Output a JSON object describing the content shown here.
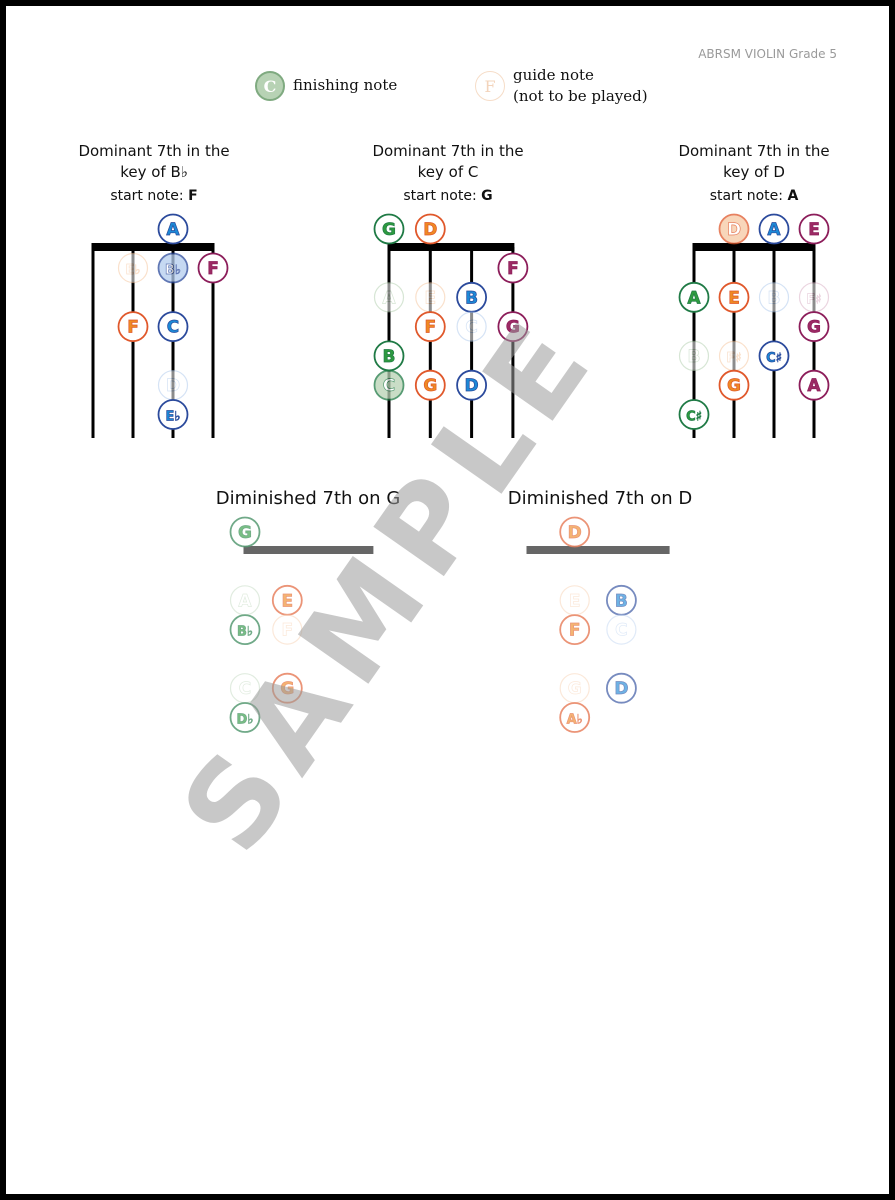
{
  "header": "ABRSM VIOLIN Grade 5",
  "legend": {
    "finishing": {
      "symbol": "C",
      "label": "finishing note"
    },
    "guide": {
      "symbol": "F",
      "label_line1": "guide note",
      "label_line2": "(not to be played)"
    }
  },
  "watermark": "SAMPLE",
  "colors": {
    "G": {
      "stroke": "#1f7a45",
      "fill": "#2e9a3f",
      "pale": "#b7d2b4"
    },
    "D": {
      "stroke": "#e0582b",
      "fill": "#ee8a23",
      "pale": "#f6c9a4"
    },
    "A": {
      "stroke": "#2b4a9c",
      "fill": "#1c89d6",
      "pale": "#b4cdee"
    },
    "E": {
      "stroke": "#8c1d5a",
      "fill": "#9c2a64",
      "pale": "#dcb3c8"
    }
  },
  "charts": [
    {
      "title_line1": "Dominant 7th in the",
      "title_line2": "key of B♭",
      "start_label": "start note:",
      "start_note": "F",
      "faded": false,
      "notes": [
        {
          "label": "A",
          "string": "A",
          "semitone": 0,
          "type": "played"
        },
        {
          "label": "E♭",
          "string": "D",
          "semitone": 1,
          "type": "guide"
        },
        {
          "label": "B♭",
          "string": "A",
          "semitone": 1,
          "type": "finish"
        },
        {
          "label": "F",
          "string": "E",
          "semitone": 1,
          "type": "played"
        },
        {
          "label": "F",
          "string": "D",
          "semitone": 3,
          "type": "played"
        },
        {
          "label": "C",
          "string": "A",
          "semitone": 3,
          "type": "played"
        },
        {
          "label": "D",
          "string": "A",
          "semitone": 5,
          "type": "guide"
        },
        {
          "label": "E♭",
          "string": "A",
          "semitone": 6,
          "type": "played"
        }
      ]
    },
    {
      "title_line1": "Dominant 7th in the",
      "title_line2": "key of C",
      "start_label": "start note:",
      "start_note": "G",
      "faded": false,
      "notes": [
        {
          "label": "G",
          "string": "G",
          "semitone": 0,
          "type": "played"
        },
        {
          "label": "D",
          "string": "D",
          "semitone": 0,
          "type": "played"
        },
        {
          "label": "F",
          "string": "E",
          "semitone": 1,
          "type": "played"
        },
        {
          "label": "A",
          "string": "G",
          "semitone": 2,
          "type": "guide"
        },
        {
          "label": "E",
          "string": "D",
          "semitone": 2,
          "type": "guide"
        },
        {
          "label": "B",
          "string": "A",
          "semitone": 2,
          "type": "played"
        },
        {
          "label": "F",
          "string": "D",
          "semitone": 3,
          "type": "played"
        },
        {
          "label": "C",
          "string": "A",
          "semitone": 3,
          "type": "guide"
        },
        {
          "label": "G",
          "string": "E",
          "semitone": 3,
          "type": "played"
        },
        {
          "label": "B",
          "string": "G",
          "semitone": 4,
          "type": "played"
        },
        {
          "label": "C",
          "string": "G",
          "semitone": 5,
          "type": "finish"
        },
        {
          "label": "G",
          "string": "D",
          "semitone": 5,
          "type": "played"
        },
        {
          "label": "D",
          "string": "A",
          "semitone": 5,
          "type": "played"
        }
      ]
    },
    {
      "title_line1": "Dominant 7th in the",
      "title_line2": "key of D",
      "start_label": "start note:",
      "start_note": "A",
      "faded": false,
      "notes": [
        {
          "label": "D",
          "string": "D",
          "semitone": 0,
          "type": "finish"
        },
        {
          "label": "A",
          "string": "A",
          "semitone": 0,
          "type": "played"
        },
        {
          "label": "E",
          "string": "E",
          "semitone": 0,
          "type": "played"
        },
        {
          "label": "A",
          "string": "G",
          "semitone": 2,
          "type": "played"
        },
        {
          "label": "E",
          "string": "D",
          "semitone": 2,
          "type": "played"
        },
        {
          "label": "B",
          "string": "A",
          "semitone": 2,
          "type": "guide"
        },
        {
          "label": "F♯",
          "string": "E",
          "semitone": 2,
          "type": "guide"
        },
        {
          "label": "G",
          "string": "E",
          "semitone": 3,
          "type": "played"
        },
        {
          "label": "B",
          "string": "G",
          "semitone": 4,
          "type": "guide"
        },
        {
          "label": "F♯",
          "string": "D",
          "semitone": 4,
          "type": "guide"
        },
        {
          "label": "C♯",
          "string": "A",
          "semitone": 4,
          "type": "played"
        },
        {
          "label": "G",
          "string": "D",
          "semitone": 5,
          "type": "played"
        },
        {
          "label": "A",
          "string": "E",
          "semitone": 5,
          "type": "played"
        },
        {
          "label": "C♯",
          "string": "G",
          "semitone": 6,
          "type": "played"
        }
      ]
    },
    {
      "title": "Diminished 7th on G",
      "faded": true,
      "notes": [
        {
          "label": "G",
          "string": "G",
          "semitone": 0,
          "type": "played"
        },
        {
          "label": "A",
          "string": "G",
          "semitone": 2,
          "type": "guide"
        },
        {
          "label": "E",
          "string": "D",
          "semitone": 2,
          "type": "played"
        },
        {
          "label": "B♭",
          "string": "G",
          "semitone": 3,
          "type": "played"
        },
        {
          "label": "F",
          "string": "D",
          "semitone": 3,
          "type": "guide"
        },
        {
          "label": "C",
          "string": "G",
          "semitone": 5,
          "type": "guide"
        },
        {
          "label": "G",
          "string": "D",
          "semitone": 5,
          "type": "played"
        },
        {
          "label": "D♭",
          "string": "G",
          "semitone": 6,
          "type": "played"
        }
      ]
    },
    {
      "title": "Diminished 7th on D",
      "faded": true,
      "notes": [
        {
          "label": "D",
          "string": "D",
          "semitone": 0,
          "type": "played"
        },
        {
          "label": "E",
          "string": "D",
          "semitone": 2,
          "type": "guide"
        },
        {
          "label": "B",
          "string": "A",
          "semitone": 2,
          "type": "played"
        },
        {
          "label": "F",
          "string": "D",
          "semitone": 3,
          "type": "played"
        },
        {
          "label": "C",
          "string": "A",
          "semitone": 3,
          "type": "guide"
        },
        {
          "label": "G",
          "string": "D",
          "semitone": 5,
          "type": "guide"
        },
        {
          "label": "D",
          "string": "A",
          "semitone": 5,
          "type": "played"
        },
        {
          "label": "A♭",
          "string": "D",
          "semitone": 6,
          "type": "played"
        }
      ]
    }
  ]
}
